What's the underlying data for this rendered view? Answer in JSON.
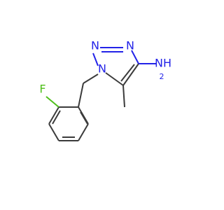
{
  "molecule": {
    "atoms": {
      "n_top": {
        "label": "N",
        "color": "#2323e8"
      },
      "n_right": {
        "label": "N",
        "color": "#2323e8"
      },
      "n1": {
        "label": "N",
        "color": "#2323e8"
      },
      "nh2_main": {
        "label": "NH",
        "color": "#2323e8"
      },
      "nh2_sub": {
        "label": "2",
        "color": "#2323e8"
      },
      "fluorine": {
        "label": "F",
        "color": "#4fbf1b"
      }
    }
  }
}
